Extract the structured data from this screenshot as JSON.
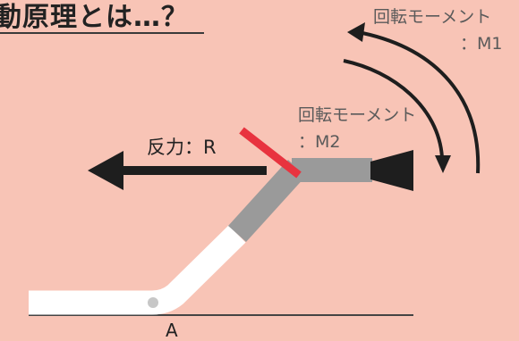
{
  "title": "動原理とは…？",
  "labels": {
    "moment1_line1": "回転モーメント",
    "moment1_line2": "：M1",
    "moment2_line1": "回転モーメント",
    "moment2_line2": "：M2",
    "reaction": "反力：R",
    "point_a": "A"
  },
  "colors": {
    "background": "#f8c4b6",
    "lever_white": "#ffffff",
    "lever_gray": "#9a9a9a",
    "red_bar": "#e8333f",
    "arrow": "#1e1e1e",
    "pivot_dot": "#c7c7c7",
    "baseline": "#444444"
  }
}
